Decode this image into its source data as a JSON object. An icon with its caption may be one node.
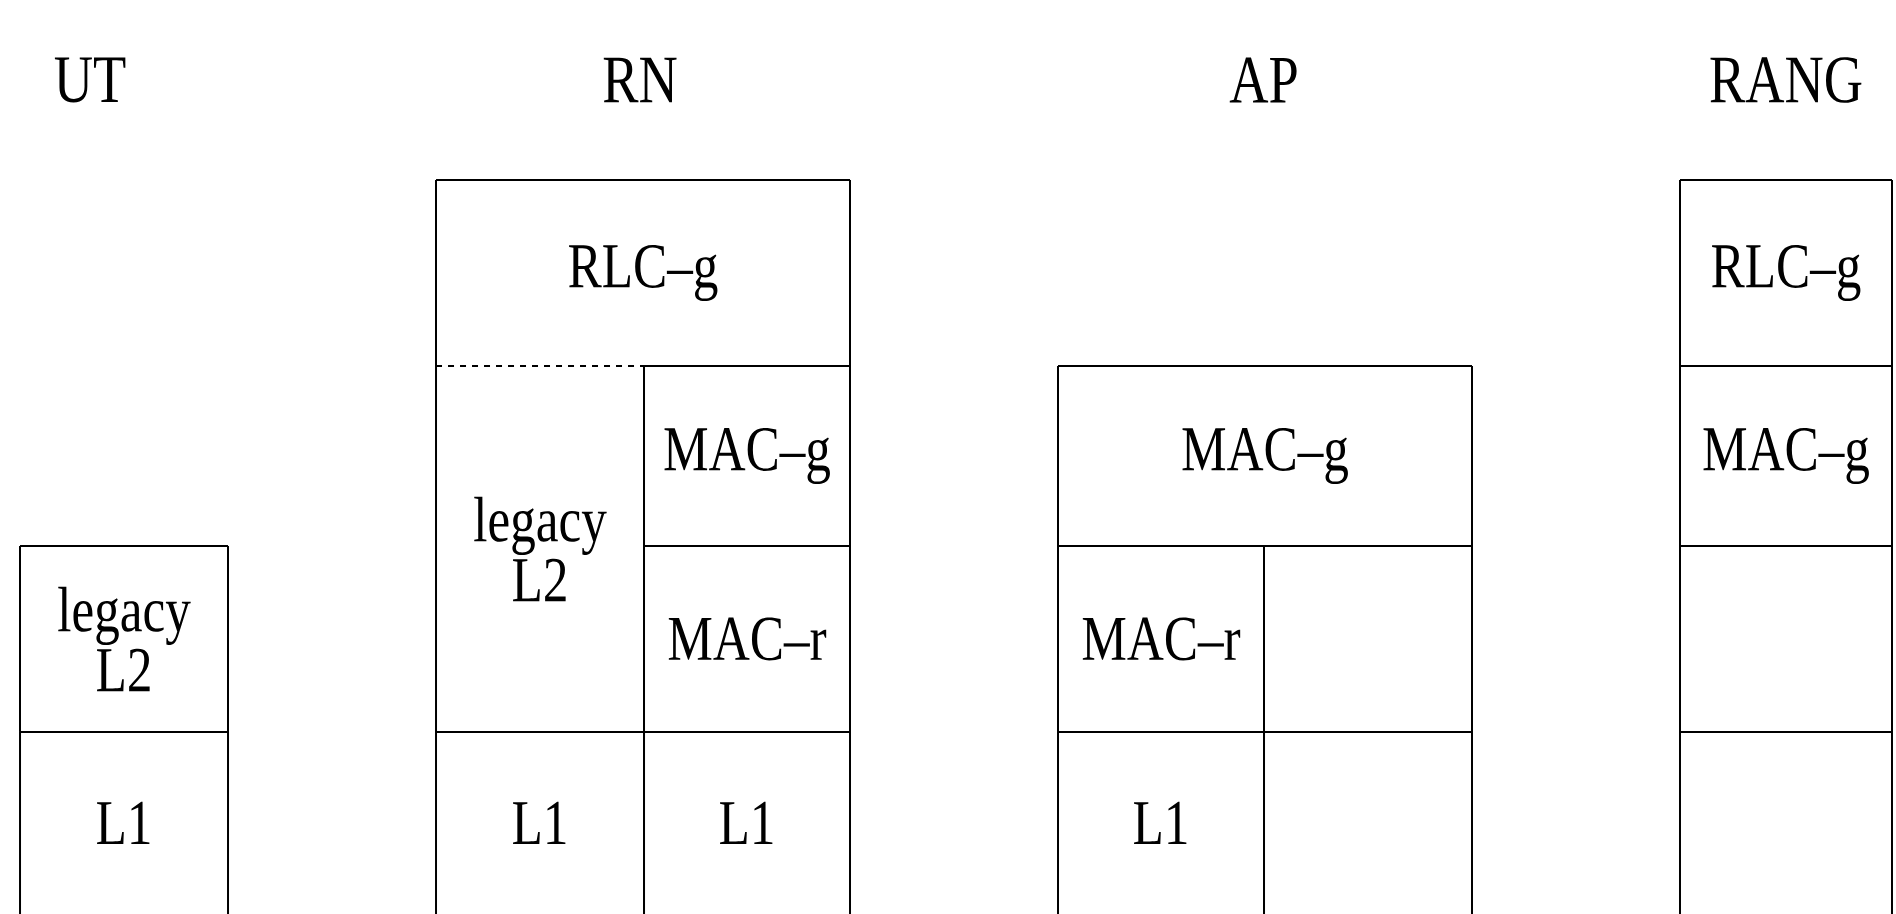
{
  "diagram": {
    "nodes": [
      {
        "text": [
          "legacy L2"
        ]
      },
      {
        "text": [
          "L1"
        ]
      },
      {
        "text": [
          "RLC–g"
        ]
      },
      {
        "text": [
          "legacy L2"
        ]
      },
      {
        "text": [
          "MAC–g"
        ]
      },
      {
        "text": [
          "MAC–r"
        ]
      },
      {
        "text": [
          "L1"
        ]
      },
      {
        "text": [
          "L1"
        ]
      },
      {
        "text": [
          "MAC–g"
        ]
      },
      {
        "text": [
          "MAC–r"
        ]
      },
      {
        "text": [],
        "shape": "box"
      },
      {
        "text": [
          "L1"
        ]
      },
      {
        "text": [],
        "shape": "box"
      },
      {
        "text": [
          "RLC–g"
        ]
      },
      {
        "text": [
          "MAC–g"
        ]
      },
      {
        "text": [],
        "shape": "box"
      },
      {
        "text": [],
        "shape": "box"
      }
    ],
    "labels": [
      "UT",
      "RN",
      "AP",
      "RANG"
    ]
  }
}
